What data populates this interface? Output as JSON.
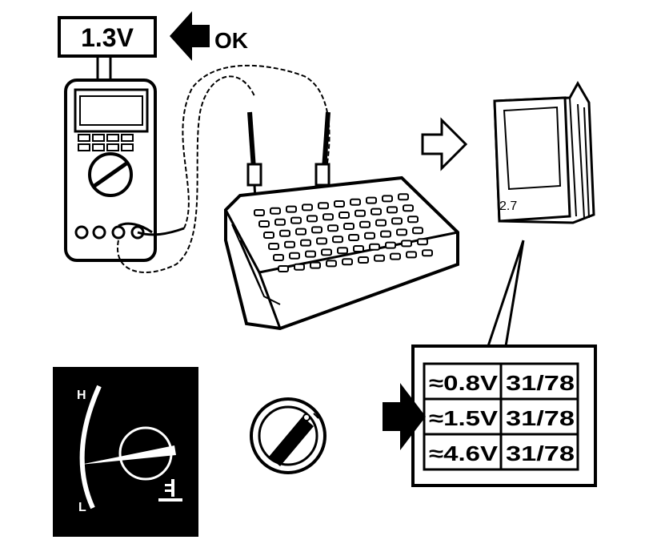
{
  "meter": {
    "reading": "1.3V",
    "status": "OK"
  },
  "manual": {
    "page": "2.7"
  },
  "gauge": {
    "high": "H",
    "low": "L"
  },
  "table": {
    "rows": [
      {
        "voltage": "≈0.8V",
        "ref": "31/78"
      },
      {
        "voltage": "≈1.5V",
        "ref": "31/78"
      },
      {
        "voltage": "≈4.6V",
        "ref": "31/78"
      }
    ]
  },
  "colors": {
    "ink": "#000000",
    "paper": "#ffffff"
  }
}
